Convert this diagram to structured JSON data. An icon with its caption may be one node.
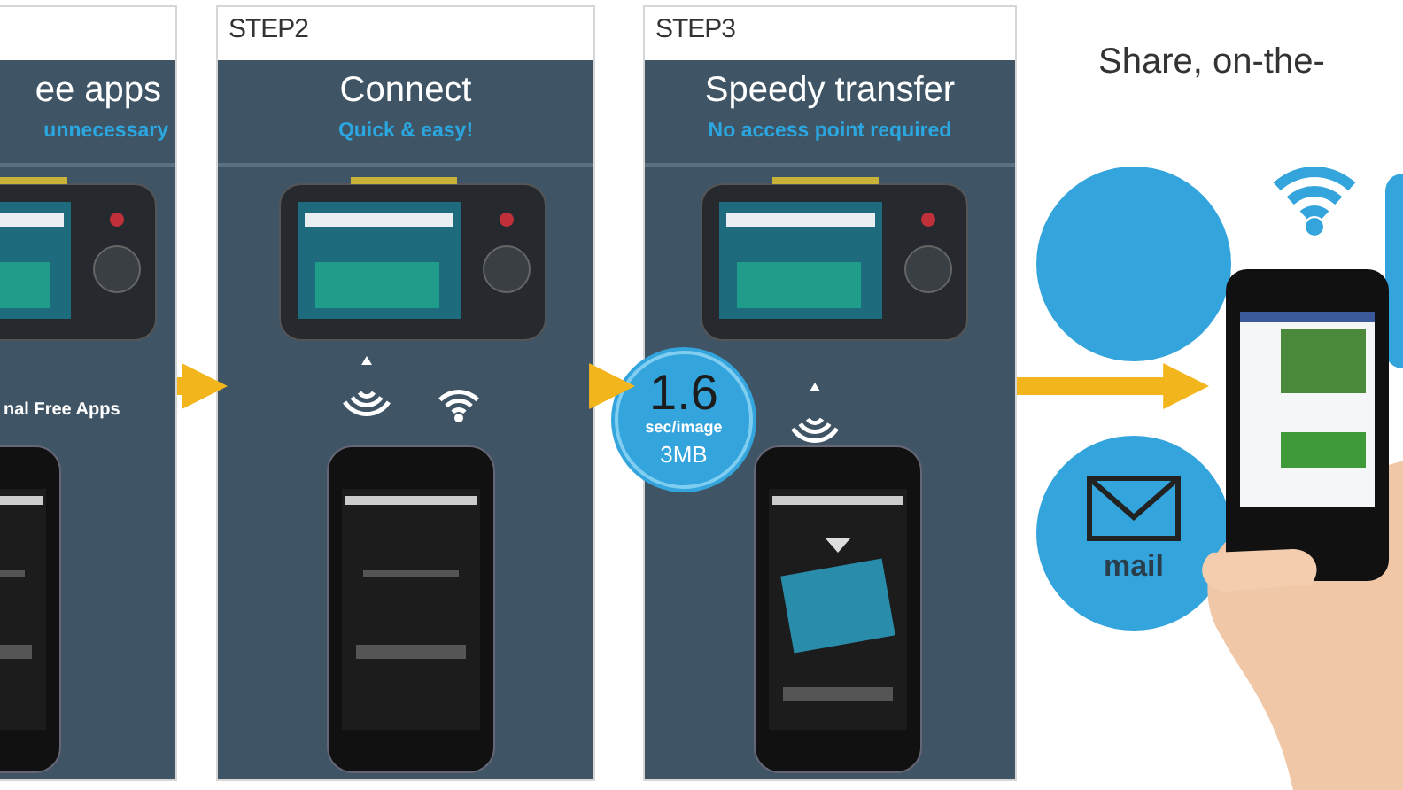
{
  "diagram": {
    "nodes": [
      {
        "text": [
          "ee apps",
          "unnecessary",
          "nal Free Apps"
        ]
      },
      {
        "text": [
          "STEP2",
          "Connect",
          "Quick & easy!"
        ]
      },
      {
        "text": [
          "STEP3",
          "Speedy transfer",
          "No access point required"
        ]
      },
      {
        "text": [
          "1.6",
          "sec/image",
          "3MB"
        ]
      },
      {
        "text": [],
        "shape": "circle"
      },
      {
        "text": [
          "mail"
        ]
      },
      {
        "text": [],
        "shape": "circle"
      },
      {
        "text": [],
        "shape": "picture"
      }
    ],
    "edges": [
      {
        "from": 0,
        "to": 1,
        "arrow": "to"
      },
      {
        "from": 1,
        "to": 3,
        "arrow": "to"
      },
      {
        "from": 2,
        "to": 7,
        "arrow": "to"
      }
    ],
    "labels": [
      "Share, on-the-"
    ]
  }
}
